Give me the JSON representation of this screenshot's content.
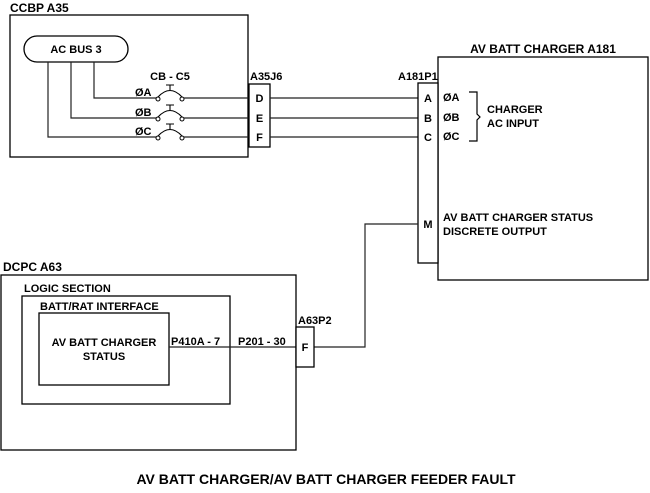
{
  "title": "AV BATT CHARGER/AV BATT CHARGER FEEDER FAULT",
  "ccbp": {
    "label": "CCBP A35",
    "bus_label": "AC BUS 3",
    "breaker_label": "CB - C5",
    "phases": [
      "ØA",
      "ØB",
      "ØC"
    ],
    "connector_label": "A35J6",
    "pins": [
      "D",
      "E",
      "F"
    ]
  },
  "charger": {
    "label": "AV BATT CHARGER A181",
    "connector_label": "A181P1",
    "pins": [
      "A",
      "B",
      "C",
      "M"
    ],
    "phases": [
      "ØA",
      "ØB",
      "ØC"
    ],
    "input_label_line1": "CHARGER",
    "input_label_line2": "AC INPUT",
    "status_line1": "AV BATT CHARGER STATUS",
    "status_line2": "DISCRETE OUTPUT"
  },
  "dcpc": {
    "label": "DCPC A63",
    "logic_label": "LOGIC SECTION",
    "interface_label": "BATT/RAT INTERFACE",
    "status_line1": "AV BATT CHARGER",
    "status_line2": "STATUS",
    "pin_label_inner": "P410A - 7",
    "pin_label_outer": "P201 - 30",
    "connector_label": "A63P2",
    "pin": "F"
  }
}
